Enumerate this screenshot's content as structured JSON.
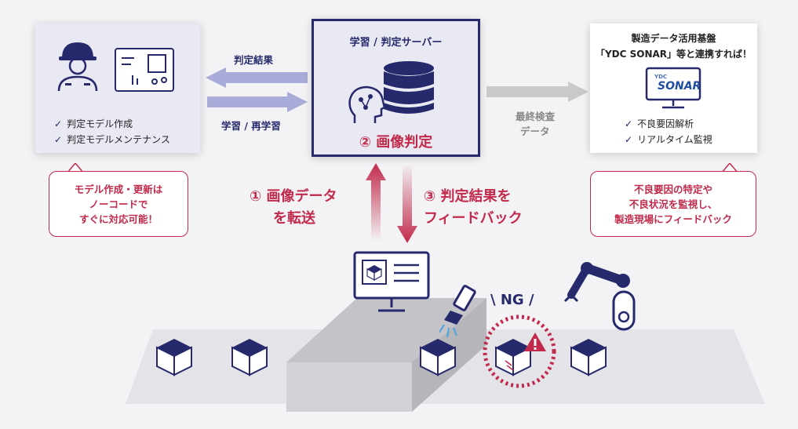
{
  "left_card": {
    "items": [
      "判定モデル作成",
      "判定モデルメンテナンス"
    ]
  },
  "left_callout": {
    "lines": [
      "モデル作成・更新は",
      "ノーコードで",
      "すぐに対応可能！"
    ]
  },
  "arrows": {
    "result_label": "判定結果",
    "learn_label": "学習 / 再学習",
    "final_label_1": "最終検査",
    "final_label_2": "データ"
  },
  "center_card": {
    "title": "学習 / 判定サーバー",
    "caption": "② 画像判定"
  },
  "right_card": {
    "title_1": "製造データ活用基盤",
    "title_2": "「YDC SONAR」等と連携すれば！",
    "logo_small": "YDC",
    "logo_text": "SONAR",
    "items": [
      "不良要因解析",
      "リアルタイム監視"
    ]
  },
  "right_callout": {
    "lines": [
      "不良要因の特定や",
      "不良状況を監視し、",
      "製造現場にフィードバック"
    ]
  },
  "flow": {
    "upload_1": "① 画像データ",
    "upload_2": "を転送",
    "feedback_1": "③ 判定結果を",
    "feedback_2": "フィードバック"
  },
  "ng_label": "NG",
  "colors": {
    "navy": "#262a6c",
    "crimson": "#c22a4b",
    "light_purple": "#a9acd8",
    "gray_arrow": "#c9c9c9"
  },
  "icons": [
    "worker-icon",
    "screen-chart-icon",
    "brain-icon",
    "database-icon",
    "monitor-icon",
    "camera-icon",
    "robot-arm-icon",
    "cube-icon",
    "warning-icon"
  ]
}
